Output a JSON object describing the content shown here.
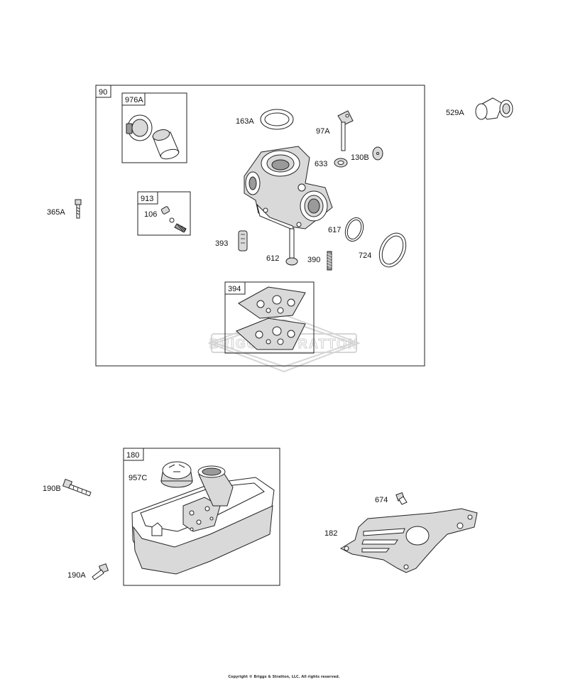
{
  "groups": {
    "g90": "90",
    "g976A": "976A",
    "g913": "913",
    "g394": "394",
    "g180": "180"
  },
  "parts": {
    "p163A": "163A",
    "p97A": "97A",
    "p529A": "529A",
    "p130B": "130B",
    "p633": "633",
    "p365A": "365A",
    "p106": "106",
    "p617": "617",
    "p393": "393",
    "p612": "612",
    "p390": "390",
    "p724": "724",
    "p957C": "957C",
    "p190B": "190B",
    "p674": "674",
    "p182": "182",
    "p190A": "190A"
  },
  "watermark": "BRIGGS&STRATTON",
  "copyright": "Copyright © Briggs & Stratton, LLC. All rights reserved."
}
